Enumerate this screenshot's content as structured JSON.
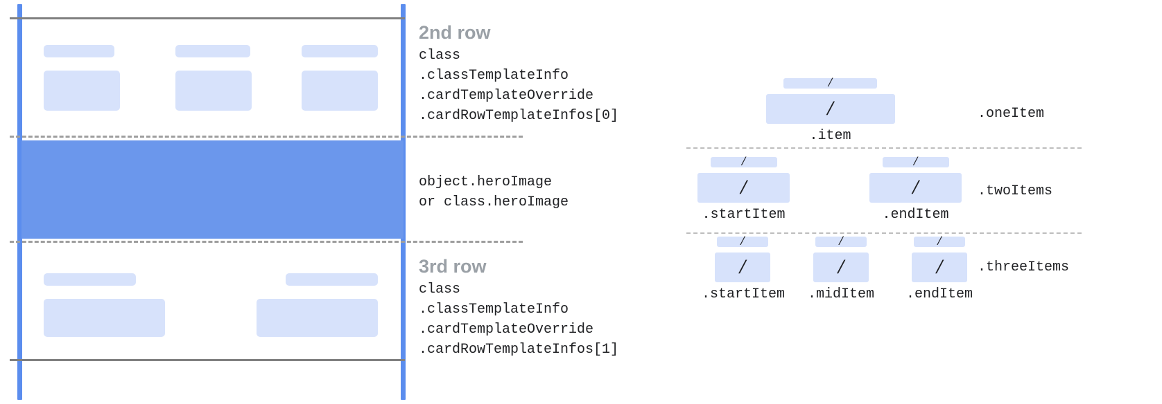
{
  "colors": {
    "guide_blue": "#5b8dee",
    "hero_blue": "#6b97ec",
    "placeholder_blue": "#d7e2fb",
    "solid_rule_gray": "#808080",
    "dashed_rule_gray": "#9e9e9e",
    "title_gray": "#9aa0a6",
    "code_text": "#202124"
  },
  "left_diagram": {
    "name": "card-template-rows-diagram",
    "hero_band_label": "hero-image-band",
    "row2_placeholders": [
      {
        "name": "row2-col1-bar",
        "kind": "bar"
      },
      {
        "name": "row2-col1-box",
        "kind": "box"
      },
      {
        "name": "row2-col2-bar",
        "kind": "bar"
      },
      {
        "name": "row2-col2-box",
        "kind": "box"
      },
      {
        "name": "row2-col3-bar",
        "kind": "bar"
      },
      {
        "name": "row2-col3-box",
        "kind": "box"
      }
    ],
    "row3_placeholders": [
      {
        "name": "row3-col1-bar",
        "kind": "bar"
      },
      {
        "name": "row3-col1-box",
        "kind": "box"
      },
      {
        "name": "row3-col2-bar",
        "kind": "bar"
      },
      {
        "name": "row3-col2-box",
        "kind": "box"
      }
    ]
  },
  "callouts": {
    "second_row": {
      "title": "2nd row",
      "code": "class\n.classTemplateInfo\n.cardTemplateOverride\n.cardRowTemplateInfos[0]"
    },
    "hero": {
      "code": "object.heroImage\nor class.heroImage"
    },
    "third_row": {
      "title": "3rd row",
      "code": "class\n.classTemplateInfo\n.cardTemplateOverride\n.cardRowTemplateInfos[1]"
    }
  },
  "right_diagram": {
    "glyph": "/",
    "variants": [
      {
        "name": "one-item",
        "label": ".oneItem",
        "items": [
          {
            "name": "item",
            "caption": ".item"
          }
        ]
      },
      {
        "name": "two-items",
        "label": ".twoItems",
        "items": [
          {
            "name": "start-item",
            "caption": ".startItem"
          },
          {
            "name": "end-item",
            "caption": ".endItem"
          }
        ]
      },
      {
        "name": "three-items",
        "label": ".threeItems",
        "items": [
          {
            "name": "start-item",
            "caption": ".startItem"
          },
          {
            "name": "mid-item",
            "caption": ".midItem"
          },
          {
            "name": "end-item",
            "caption": ".endItem"
          }
        ]
      }
    ]
  }
}
